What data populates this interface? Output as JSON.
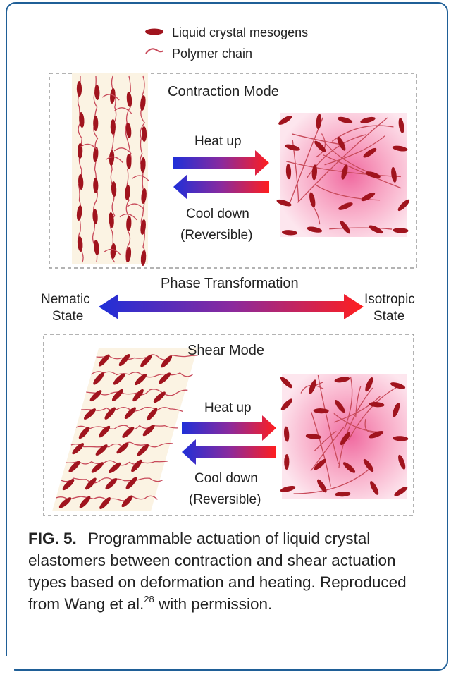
{
  "legend": {
    "mesogen": "Liquid crystal mesogens",
    "polymer": "Polymer chain"
  },
  "contraction": {
    "title": "Contraction Mode",
    "heat": "Heat up",
    "cool": "Cool down",
    "reversible": "(Reversible)"
  },
  "phase": {
    "title": "Phase Transformation",
    "left_1": "Nematic",
    "left_2": "State",
    "right_1": "Isotropic",
    "right_2": "State"
  },
  "shear": {
    "title": "Shear Mode",
    "heat": "Heat up",
    "cool": "Cool down",
    "reversible": "(Reversible)"
  },
  "caption": {
    "label": "FIG. 5.",
    "text": "Programmable actuation of liquid crystal elastomers between contraction and shear actuation types based on deformation and heating. Reproduced from Wang et al.",
    "ref": "28",
    "tail": " with permission."
  },
  "colors": {
    "frame": "#1f5f97",
    "mesogen": "#a0141e",
    "chain": "#c84a5a",
    "cream": "#fbf3e3",
    "arrow_cold": "#1f2fd8",
    "arrow_hot": "#ff1e1e",
    "glow": "#f06aa0"
  }
}
